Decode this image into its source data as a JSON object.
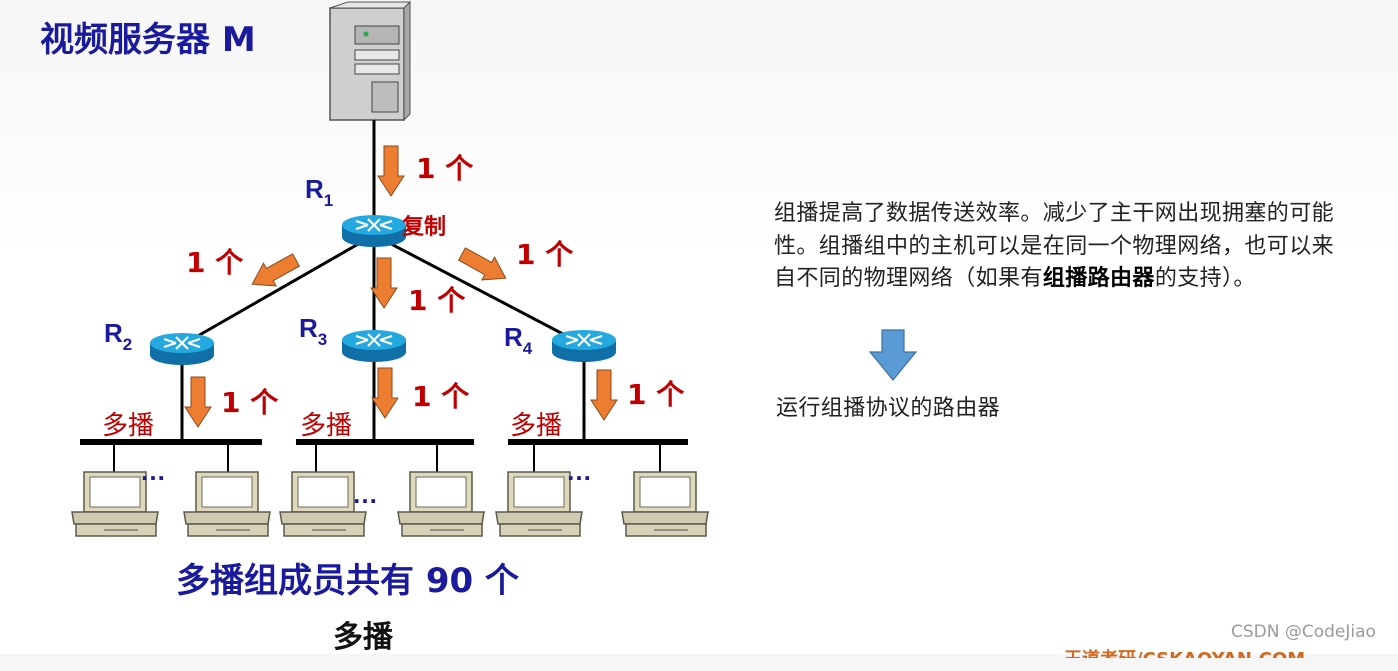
{
  "title": "视频服务器 M",
  "routers": {
    "r1": {
      "label": "R",
      "sub": "1"
    },
    "r2": {
      "label": "R",
      "sub": "2"
    },
    "r3": {
      "label": "R",
      "sub": "3"
    },
    "r4": {
      "label": "R",
      "sub": "4"
    }
  },
  "copy_label": "复制",
  "flow_label": "1 个",
  "multicast_label": "多播",
  "ellipsis": "…",
  "members_text": "多播组成员共有 90 个",
  "caption": "多播",
  "description": {
    "part1": "组播提高了数据传送效率。减少了主干网出现拥塞的可能性。组播组中的主机可以是在同一个物理网络，也可以来自不同的物理网络（如果有",
    "bold": "组播路由器",
    "part2": "的支持）。"
  },
  "result_text": "运行组播协议的路由器",
  "watermark": "CSDN @CodeJiao",
  "brand_text": "王道考研/CSKAOYAN.COM",
  "colors": {
    "title_blue": "#1a1a9c",
    "label_red": "#c00000",
    "arrow_orange": "#ed7d31",
    "router_blue": "#1ca0d8",
    "down_arrow_blue": "#5b9bd5"
  }
}
